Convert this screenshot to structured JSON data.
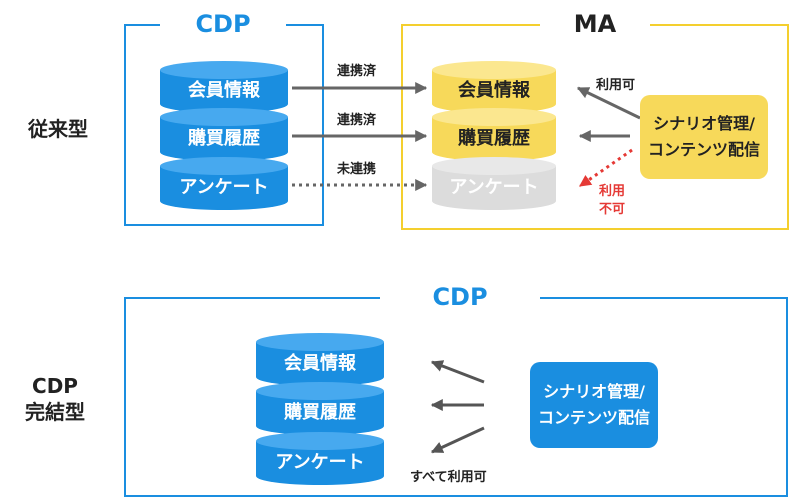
{
  "rows": {
    "traditional": "従来型",
    "cdp_complete_line1": "CDP",
    "cdp_complete_line2": "完結型"
  },
  "top": {
    "cdp_title": "CDP",
    "ma_title": "MA",
    "cdp_db": [
      "会員情報",
      "購買履歴",
      "アンケート"
    ],
    "ma_db": [
      "会員情報",
      "購買履歴",
      "アンケート"
    ],
    "links": [
      "連携済",
      "連携済",
      "未連携"
    ],
    "usable": "利用可",
    "unusable_line1": "利用",
    "unusable_line2": "不可",
    "scenario_line1": "シナリオ管理/",
    "scenario_line2": "コンテンツ配信"
  },
  "bottom": {
    "cdp_title": "CDP",
    "db": [
      "会員情報",
      "購買履歴",
      "アンケート"
    ],
    "scenario_line1": "シナリオ管理/",
    "scenario_line2": "コンテンツ配信",
    "all_usable": "すべて利用可"
  },
  "colors": {
    "cdp_blue": "#1a8ee0",
    "ma_yellow": "#f7d95a",
    "ma_border": "#f4cf2e",
    "disabled_gray": "#dcdcdc",
    "arrow_gray": "#666666",
    "alert_red": "#e53935"
  }
}
